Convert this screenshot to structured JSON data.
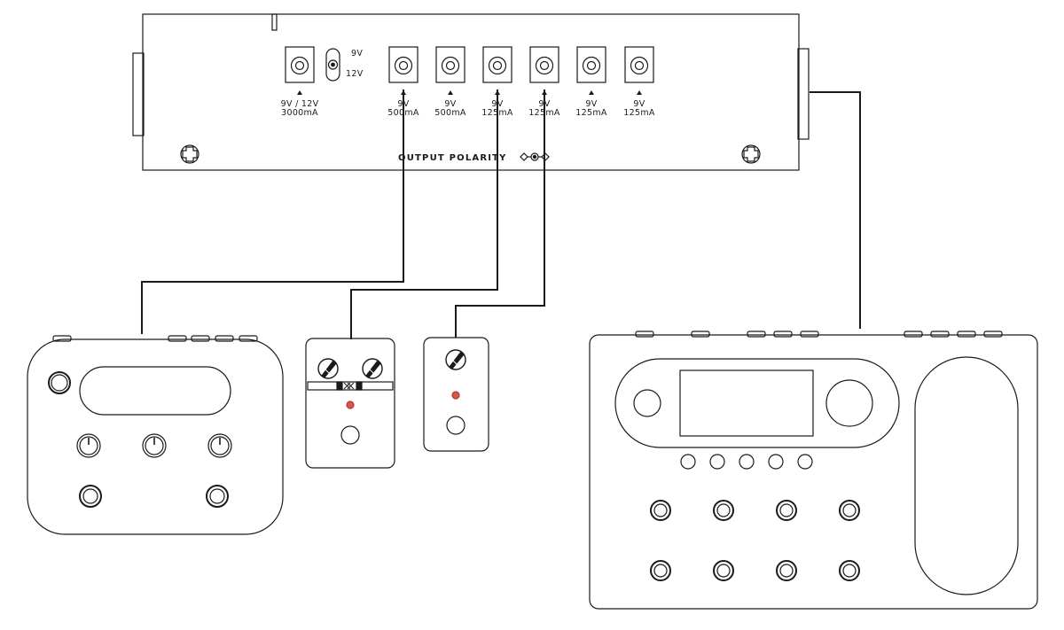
{
  "supply": {
    "voltage_switch": {
      "top_label": "9V",
      "bottom_label": "12V"
    },
    "outputs": [
      {
        "line1": "9V / 12V",
        "line2": "3000mA"
      },
      {
        "line1": "9V",
        "line2": "500mA"
      },
      {
        "line1": "9V",
        "line2": "500mA"
      },
      {
        "line1": "9V",
        "line2": "125mA"
      },
      {
        "line1": "9V",
        "line2": "125mA"
      },
      {
        "line1": "9V",
        "line2": "125mA"
      },
      {
        "line1": "9V",
        "line2": "125mA"
      }
    ],
    "polarity_label": "OUTPUT POLARITY"
  },
  "colors": {
    "line": "#1a1a1a",
    "led": "#d9534f",
    "background": "#ffffff"
  }
}
